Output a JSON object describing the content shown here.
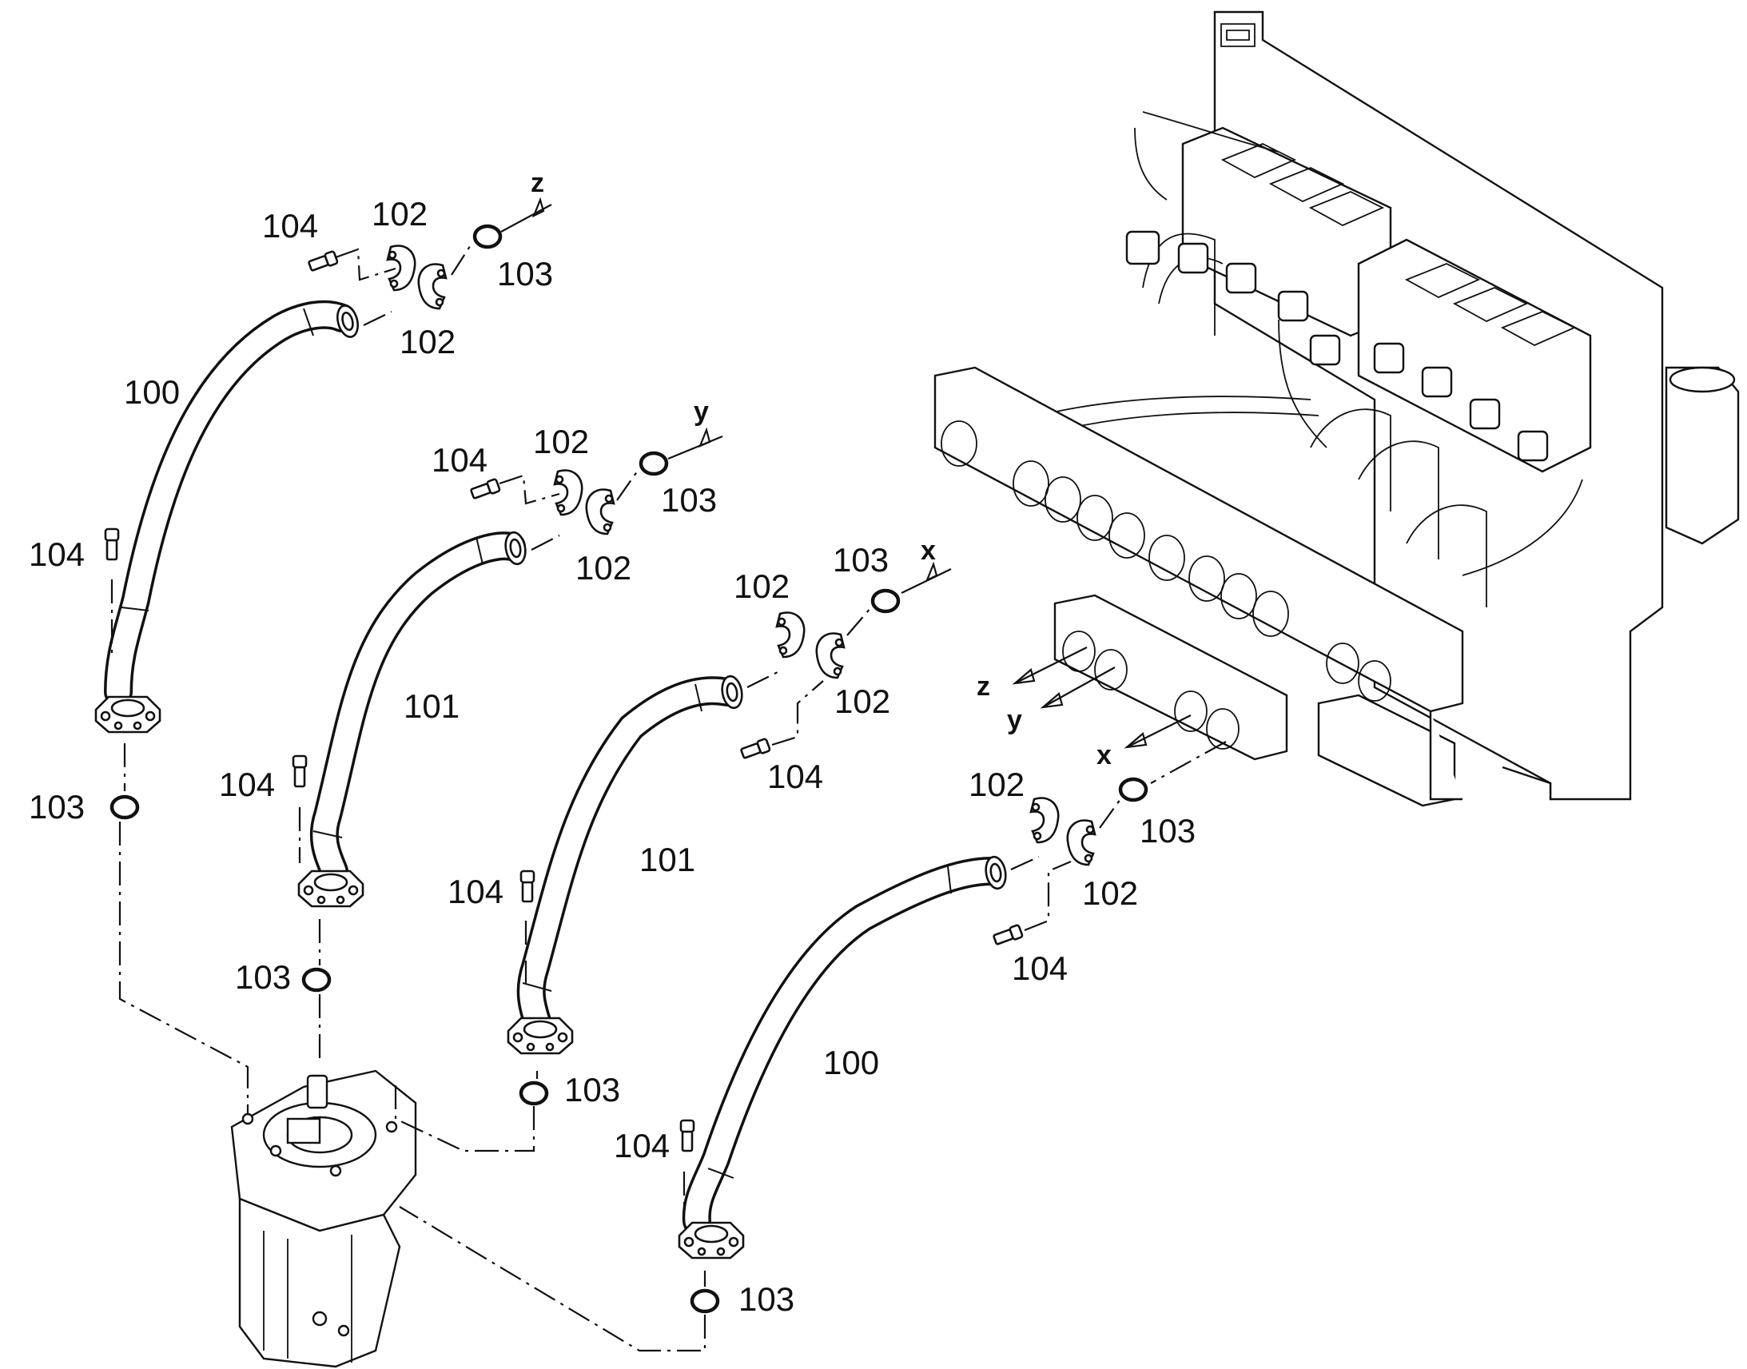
{
  "labels": {
    "hose_a": "100",
    "hose_b": "101",
    "clamp_half": "102",
    "o_ring": "103",
    "bolt": "104"
  },
  "directions": {
    "x": "x",
    "y": "y",
    "z": "z"
  },
  "colors": {
    "ink": "#111111",
    "paper": "#ffffff"
  }
}
